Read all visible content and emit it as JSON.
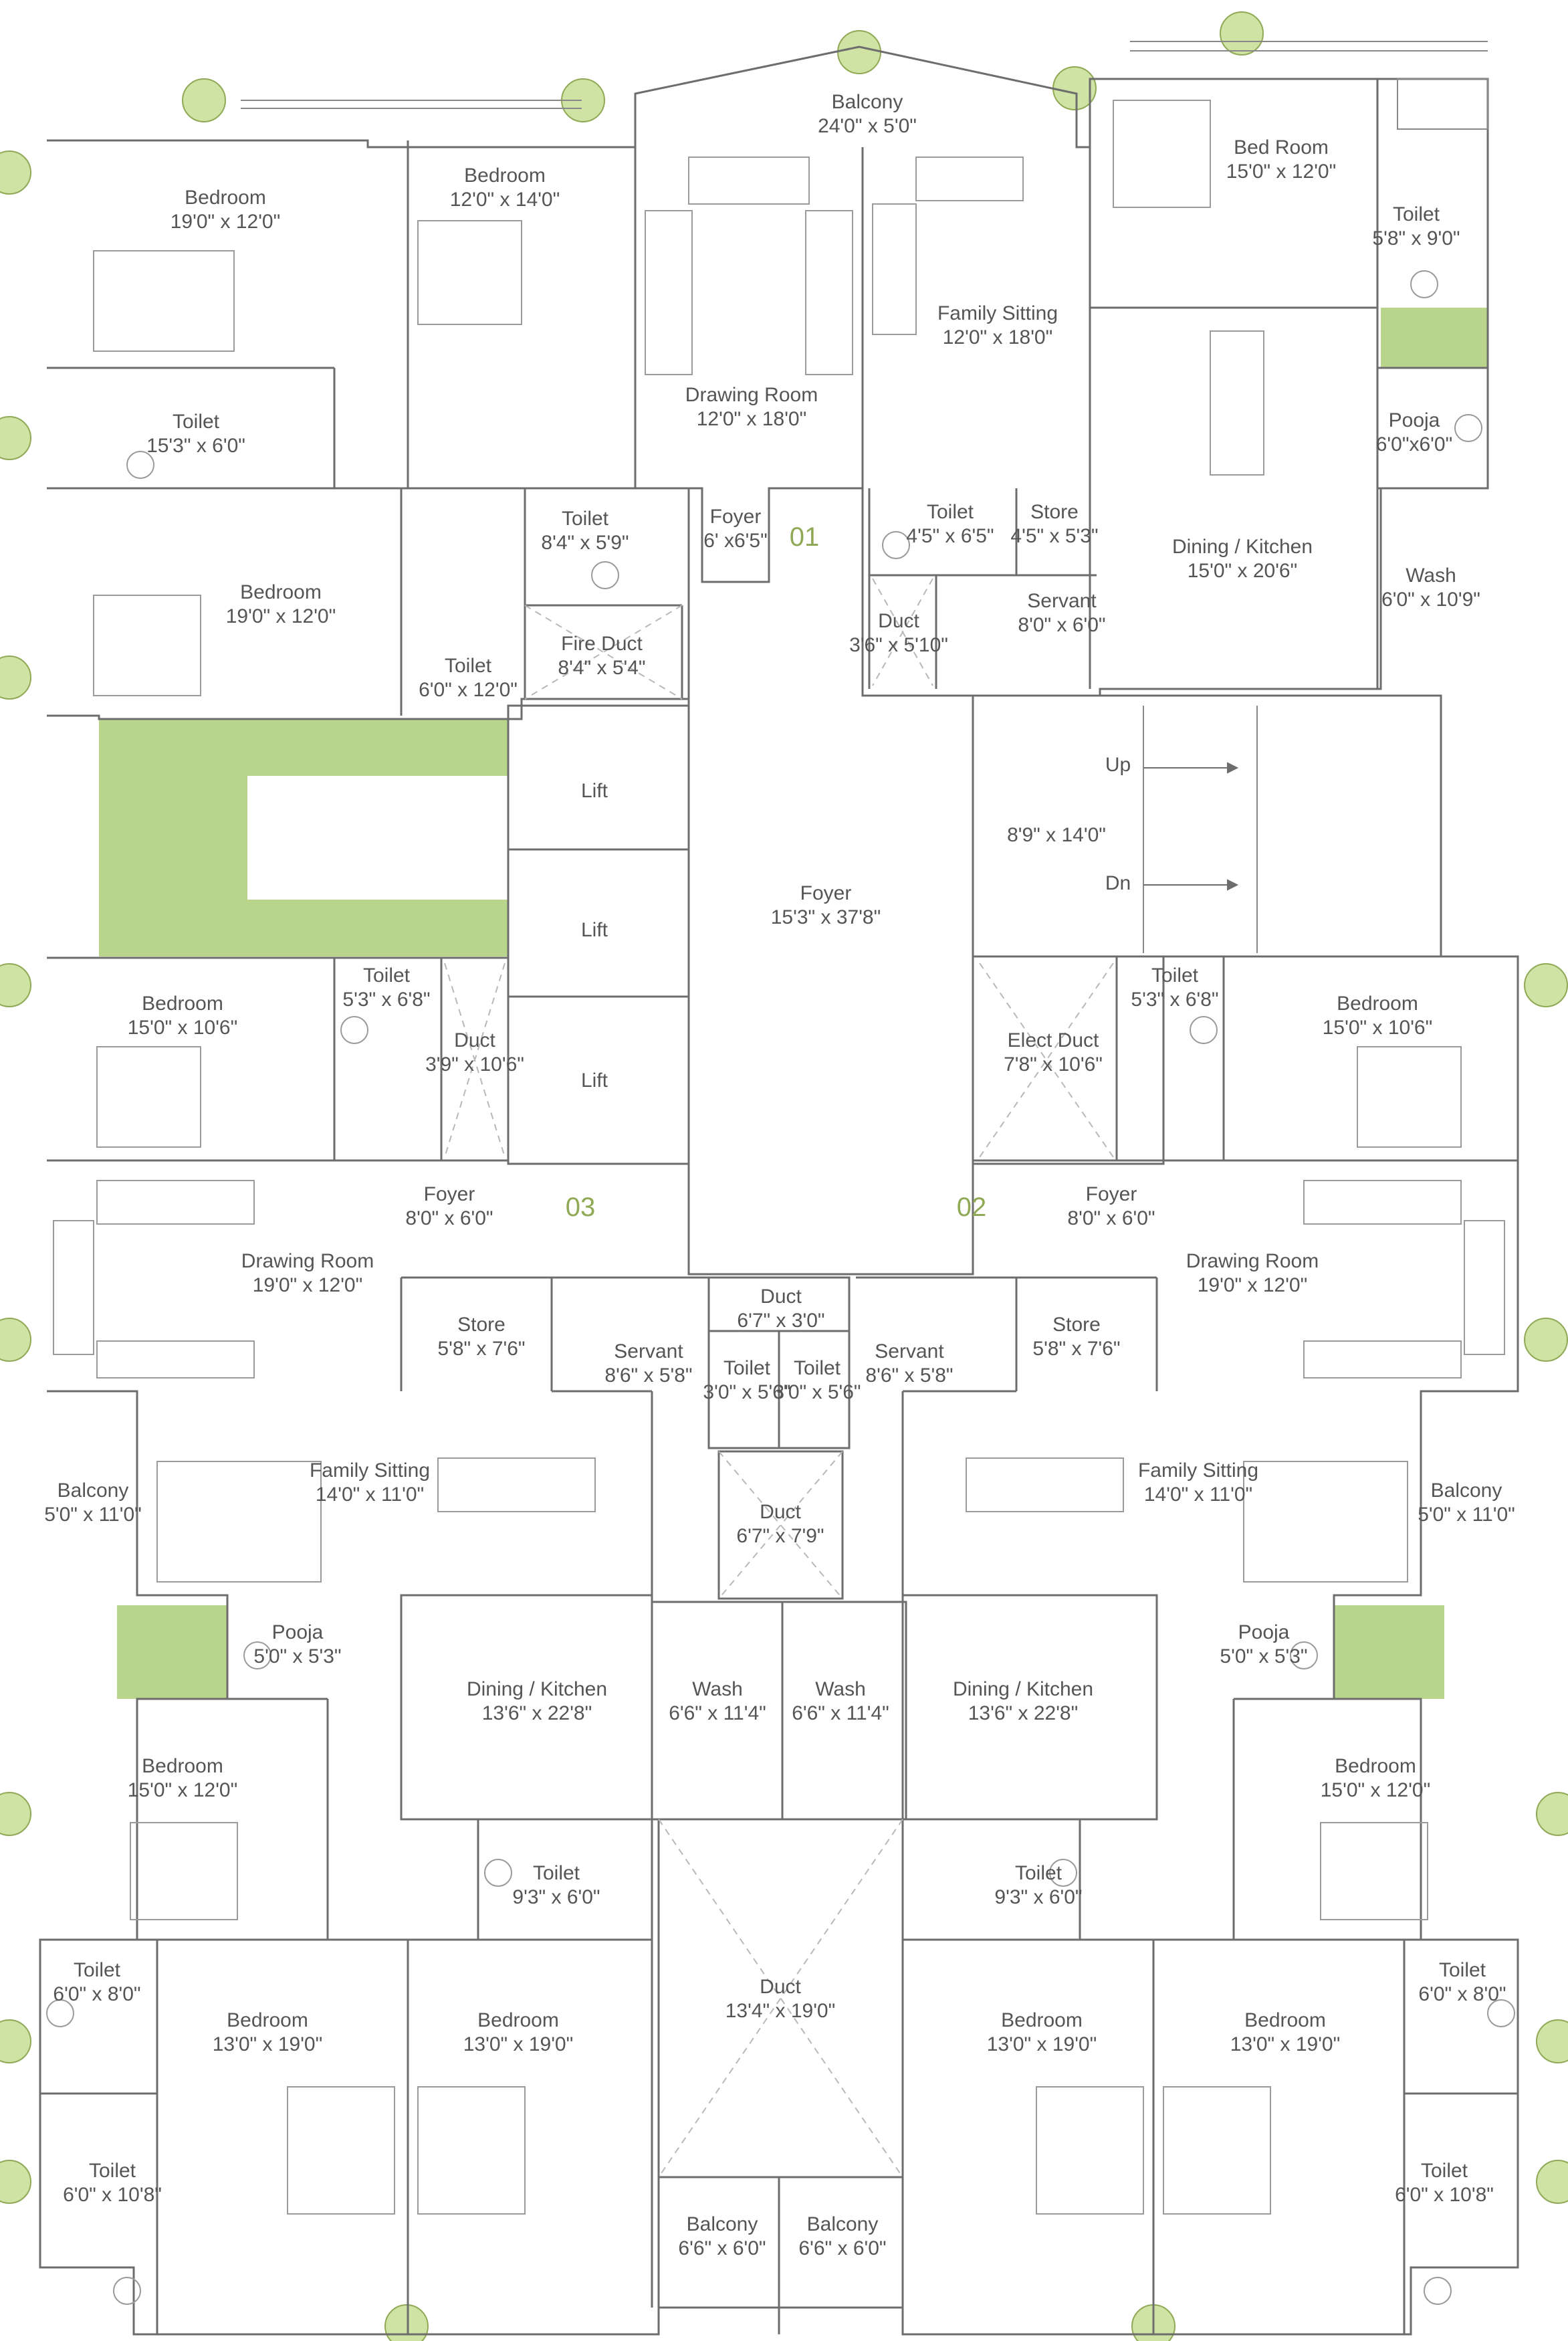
{
  "colors": {
    "accent": "#8fa955",
    "tree": "#cfe3a5",
    "garden": "#b9d58c",
    "wall": "#6d6d6d",
    "text": "#555555"
  },
  "rooms": [
    {
      "id": "balcony-top",
      "name": "Balcony",
      "dim": "24'0\" x 5'0\""
    },
    {
      "id": "bedroom-1",
      "name": "Bedroom",
      "dim": "19'0\" x 12'0\""
    },
    {
      "id": "bedroom-2",
      "name": "Bedroom",
      "dim": "12'0\" x 14'0\""
    },
    {
      "id": "bed-room-3",
      "name": "Bed Room",
      "dim": "15'0\" x 12'0\""
    },
    {
      "id": "toilet-1",
      "name": "Toilet",
      "dim": "5'8\" x 9'0\""
    },
    {
      "id": "family-sitting-1",
      "name": "Family Sitting",
      "dim": "12'0\" x 18'0\""
    },
    {
      "id": "drawing-room-1",
      "name": "Drawing Room",
      "dim": "12'0\" x 18'0\""
    },
    {
      "id": "toilet-2",
      "name": "Toilet",
      "dim": "15'3\" x 6'0\""
    },
    {
      "id": "pooja-1",
      "name": "Pooja",
      "dim": "6'0\"x6'0\""
    },
    {
      "id": "bedroom-4",
      "name": "Bedroom",
      "dim": "19'0\" x 12'0\""
    },
    {
      "id": "toilet-3",
      "name": "Toilet",
      "dim": "8'4\" x 5'9\""
    },
    {
      "id": "foyer-1",
      "name": "Foyer",
      "dim": "6' x6'5\""
    },
    {
      "id": "toilet-4",
      "name": "Toilet",
      "dim": "4'5\" x 6'5\""
    },
    {
      "id": "store-1",
      "name": "Store",
      "dim": "4'5\" x 5'3\""
    },
    {
      "id": "dining-kitchen-1",
      "name": "Dining / Kitchen",
      "dim": "15'0\" x 20'6\""
    },
    {
      "id": "wash-1",
      "name": "Wash",
      "dim": "6'0\" x 10'9\""
    },
    {
      "id": "duct-1",
      "name": "Duct",
      "dim": "3'6\" x 5'10\""
    },
    {
      "id": "servant-1",
      "name": "Servant",
      "dim": "8'0\" x 6'0\""
    },
    {
      "id": "fire-duct",
      "name": "Fire Duct",
      "dim": "8'4\" x 5'4\""
    },
    {
      "id": "toilet-5",
      "name": "Toilet",
      "dim": "6'0\" x 12'0\""
    },
    {
      "id": "lift-1",
      "name": "Lift",
      "dim": ""
    },
    {
      "id": "lift-2",
      "name": "Lift",
      "dim": ""
    },
    {
      "id": "lift-3",
      "name": "Lift",
      "dim": ""
    },
    {
      "id": "foyer-main",
      "name": "Foyer",
      "dim": "15'3\" x 37'8\""
    },
    {
      "id": "stair",
      "name": "",
      "dim": "8'9\" x 14'0\""
    },
    {
      "id": "stair-up",
      "name": "Up",
      "dim": ""
    },
    {
      "id": "stair-dn",
      "name": "Dn",
      "dim": ""
    },
    {
      "id": "bedroom-5",
      "name": "Bedroom",
      "dim": "15'0\" x 10'6\""
    },
    {
      "id": "toilet-6",
      "name": "Toilet",
      "dim": "5'3\" x 6'8\""
    },
    {
      "id": "duct-2",
      "name": "Duct",
      "dim": "3'9\" x 10'6\""
    },
    {
      "id": "elect-duct",
      "name": "Elect Duct",
      "dim": "7'8\" x 10'6\""
    },
    {
      "id": "toilet-7",
      "name": "Toilet",
      "dim": "5'3\" x 6'8\""
    },
    {
      "id": "bedroom-6",
      "name": "Bedroom",
      "dim": "15'0\" x 10'6\""
    },
    {
      "id": "foyer-3",
      "name": "Foyer",
      "dim": "8'0\" x 6'0\""
    },
    {
      "id": "foyer-2",
      "name": "Foyer",
      "dim": "8'0\" x 6'0\""
    },
    {
      "id": "drawing-room-3",
      "name": "Drawing Room",
      "dim": "19'0\" x 12'0\""
    },
    {
      "id": "drawing-room-2",
      "name": "Drawing Room",
      "dim": "19'0\" x 12'0\""
    },
    {
      "id": "duct-3",
      "name": "Duct",
      "dim": "6'7\" x 3'0\""
    },
    {
      "id": "store-3",
      "name": "Store",
      "dim": "5'8\" x 7'6\""
    },
    {
      "id": "servant-3",
      "name": "Servant",
      "dim": "8'6\" x 5'8\""
    },
    {
      "id": "toilet-8",
      "name": "Toilet",
      "dim": "3'0\" x 5'6\""
    },
    {
      "id": "toilet-9",
      "name": "Toilet",
      "dim": "3'0\" x 5'6\""
    },
    {
      "id": "servant-2",
      "name": "Servant",
      "dim": "8'6\" x 5'8\""
    },
    {
      "id": "store-2",
      "name": "Store",
      "dim": "5'8\" x 7'6\""
    },
    {
      "id": "balcony-3",
      "name": "Balcony",
      "dim": "5'0\" x 11'0\""
    },
    {
      "id": "family-sitting-3",
      "name": "Family Sitting",
      "dim": "14'0\" x 11'0\""
    },
    {
      "id": "duct-4",
      "name": "Duct",
      "dim": "6'7\" x 7'9\""
    },
    {
      "id": "family-sitting-2",
      "name": "Family Sitting",
      "dim": "14'0\" x 11'0\""
    },
    {
      "id": "balcony-2",
      "name": "Balcony",
      "dim": "5'0\" x 11'0\""
    },
    {
      "id": "pooja-3",
      "name": "Pooja",
      "dim": "5'0\" x 5'3\""
    },
    {
      "id": "dining-kitchen-3",
      "name": "Dining / Kitchen",
      "dim": "13'6\" x 22'8\""
    },
    {
      "id": "wash-3",
      "name": "Wash",
      "dim": "6'6\" x 11'4\""
    },
    {
      "id": "wash-2",
      "name": "Wash",
      "dim": "6'6\" x 11'4\""
    },
    {
      "id": "dining-kitchen-2",
      "name": "Dining / Kitchen",
      "dim": "13'6\" x 22'8\""
    },
    {
      "id": "pooja-2",
      "name": "Pooja",
      "dim": "5'0\" x 5'3\""
    },
    {
      "id": "bedroom-7",
      "name": "Bedroom",
      "dim": "15'0\" x 12'0\""
    },
    {
      "id": "toilet-10",
      "name": "Toilet",
      "dim": "9'3\" x 6'0\""
    },
    {
      "id": "duct-5",
      "name": "Duct",
      "dim": "13'4\" x 19'0\""
    },
    {
      "id": "toilet-11",
      "name": "Toilet",
      "dim": "9'3\" x 6'0\""
    },
    {
      "id": "bedroom-8",
      "name": "Bedroom",
      "dim": "15'0\" x 12'0\""
    },
    {
      "id": "toilet-12",
      "name": "Toilet",
      "dim": "6'0\" x 8'0\""
    },
    {
      "id": "bedroom-9",
      "name": "Bedroom",
      "dim": "13'0\" x 19'0\""
    },
    {
      "id": "bedroom-10",
      "name": "Bedroom",
      "dim": "13'0\" x 19'0\""
    },
    {
      "id": "bedroom-11",
      "name": "Bedroom",
      "dim": "13'0\" x 19'0\""
    },
    {
      "id": "bedroom-12",
      "name": "Bedroom",
      "dim": "13'0\" x 19'0\""
    },
    {
      "id": "toilet-13",
      "name": "Toilet",
      "dim": "6'0\" x 8'0\""
    },
    {
      "id": "toilet-14",
      "name": "Toilet",
      "dim": "6'0\" x 10'8\""
    },
    {
      "id": "toilet-15",
      "name": "Toilet",
      "dim": "6'0\" x 10'8\""
    },
    {
      "id": "balcony-4",
      "name": "Balcony",
      "dim": "6'6\" x 6'0\""
    },
    {
      "id": "balcony-5",
      "name": "Balcony",
      "dim": "6'6\" x 6'0\""
    }
  ],
  "units": [
    {
      "id": "unit-01",
      "number": "01"
    },
    {
      "id": "unit-02",
      "number": "02"
    },
    {
      "id": "unit-03",
      "number": "03"
    }
  ]
}
